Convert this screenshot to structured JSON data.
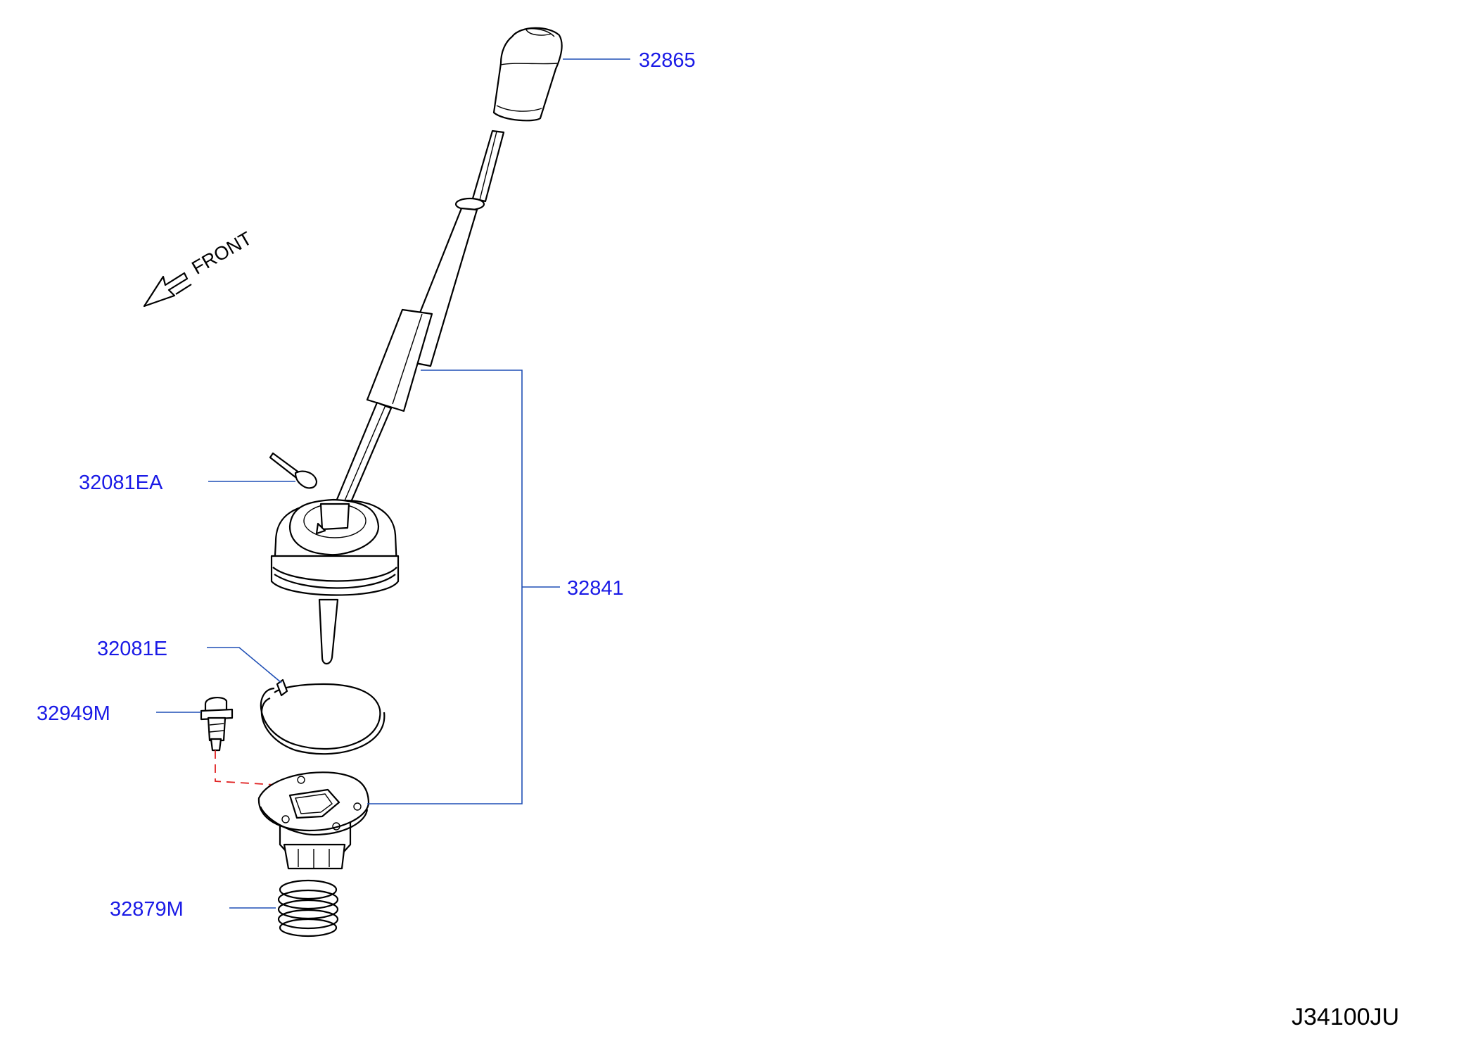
{
  "diagram": {
    "code": "J34100JU",
    "direction_label": "FRONT",
    "colors": {
      "label": "#1a1ae6",
      "leader": "#1f4fb5",
      "dashed_guide": "#e02020",
      "line_art": "#000000"
    },
    "parts": [
      {
        "number": "32865"
      },
      {
        "number": "32081EA"
      },
      {
        "number": "32841"
      },
      {
        "number": "32081E"
      },
      {
        "number": "32949M"
      },
      {
        "number": "32879M"
      }
    ]
  }
}
